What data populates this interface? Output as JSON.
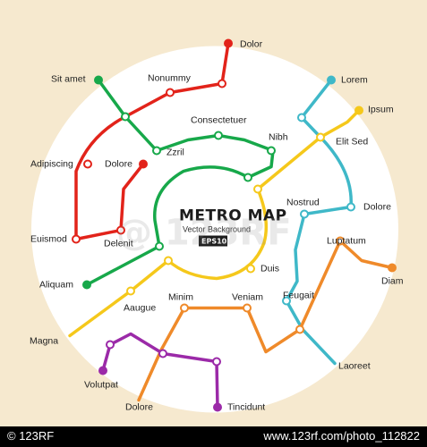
{
  "title": "METRO MAP",
  "subtitle": "Vector Background",
  "badge": "EPS10",
  "watermark": "@ 123RF",
  "footer": {
    "left": "© 123RF",
    "right": "www.123rf.com/photo_112822"
  },
  "colors": {
    "background": "#f6e9cf",
    "disc": "#ffffff",
    "red": "#e2231a",
    "green": "#17a84a",
    "yellow": "#f5c81b",
    "cyan": "#3fb8c8",
    "orange": "#ef8a2a",
    "purple": "#9b2aa8"
  },
  "lines": [
    {
      "id": "red",
      "color": "#e2231a"
    },
    {
      "id": "green",
      "color": "#17a84a"
    },
    {
      "id": "yellow",
      "color": "#f5c81b"
    },
    {
      "id": "cyan",
      "color": "#3fb8c8"
    },
    {
      "id": "orange",
      "color": "#ef8a2a"
    },
    {
      "id": "purple",
      "color": "#9b2aa8"
    }
  ],
  "stations": [
    {
      "label": "Dolor"
    },
    {
      "label": "Sit amet"
    },
    {
      "label": "Nonummy"
    },
    {
      "label": "Lorem"
    },
    {
      "label": "Ipsum"
    },
    {
      "label": "Consectetuer"
    },
    {
      "label": "Elit Sed"
    },
    {
      "label": "Nibh"
    },
    {
      "label": "Adipiscing"
    },
    {
      "label": "Dolore"
    },
    {
      "label": "Zzril"
    },
    {
      "label": "Nostrud"
    },
    {
      "label": "Dolore"
    },
    {
      "label": "Euismod"
    },
    {
      "label": "Delenit"
    },
    {
      "label": "Luptatum"
    },
    {
      "label": "Diam"
    },
    {
      "label": "Aliquam"
    },
    {
      "label": "Duis"
    },
    {
      "label": "Aaugue"
    },
    {
      "label": "Minim"
    },
    {
      "label": "Veniam"
    },
    {
      "label": "Feugait"
    },
    {
      "label": "Magna"
    },
    {
      "label": "Laoreet"
    },
    {
      "label": "Volutpat"
    },
    {
      "label": "Dolore"
    },
    {
      "label": "Tincidunt"
    }
  ]
}
